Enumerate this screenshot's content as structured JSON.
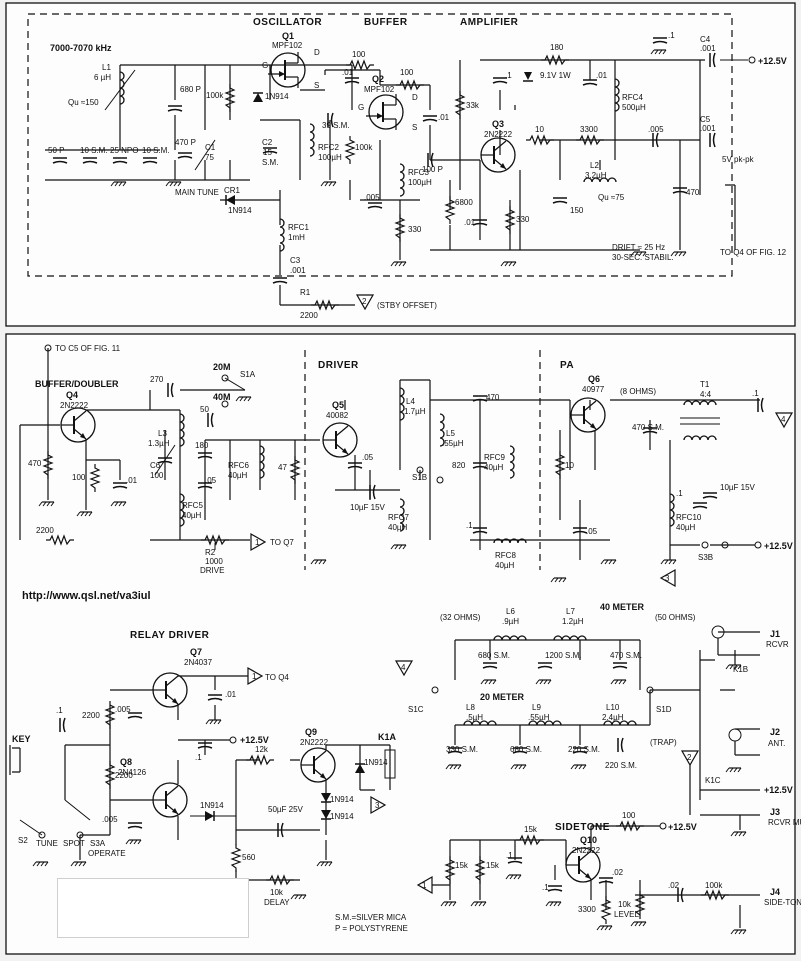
{
  "fig11": {
    "titles": {
      "osc": "OSCILLATOR",
      "buf": "BUFFER",
      "amp": "AMPLIFIER"
    },
    "freq": "7000-7070 kHz",
    "L1": {
      "name": "L1",
      "value": "6 µH",
      "q": "Qu ≈150"
    },
    "caps_left": [
      "50 P",
      "10 S.M.",
      "25 NPO",
      "10 S.M."
    ],
    "C1": {
      "name": "C1",
      "value": "75",
      "label": "MAIN TUNE"
    },
    "cap680": "680 P",
    "cap470": "470 P",
    "r100k_a": "100k",
    "Q1": {
      "name": "Q1",
      "type": "MPF102",
      "g": "G",
      "d": "D",
      "s": "S"
    },
    "diode1": "1N914",
    "C2": {
      "name": "C2",
      "value": "15",
      "type": "S.M."
    },
    "RFC2": {
      "name": "RFC2",
      "value": "100µH"
    },
    "CR1": {
      "name": "CR1",
      "type": "1N914"
    },
    "RFC1": {
      "name": "RFC1",
      "value": "1mH"
    },
    "C3": {
      "name": "C3",
      "value": ".001"
    },
    "R1": {
      "name": "R1",
      "value": "2200"
    },
    "stby": "(STBY OFFSET)",
    "tag2": "2",
    "r100_a": "100",
    "cap01_a": ".01",
    "r100_b": "100",
    "Q2": {
      "name": "Q2",
      "type": "MPF102",
      "g": "G",
      "d": "D",
      "s": "S"
    },
    "cap39": "39 S.M.",
    "r100k_b": "100k",
    "cap01_b": ".01",
    "cap005_a": ".005",
    "RFC3": {
      "name": "RFC3",
      "value": "100µH"
    },
    "r330_a": "330",
    "cap100p": "100 P",
    "r33k": "33k",
    "r6800": "6800",
    "cap01_c": ".01",
    "r330_b": "330",
    "Q3": {
      "name": "Q3",
      "type": "2N2222"
    },
    "r180": "180",
    "cap1_a": ".1",
    "zener": "9.1V 1W",
    "cap01_d": ".01",
    "RFC4": {
      "name": "RFC4",
      "value": "500µH"
    },
    "r10": "10",
    "r3300": "3300",
    "cap005_b": ".005",
    "L2": {
      "name": "L2",
      "value": "3.2µH",
      "q": "Qu ≈75"
    },
    "cap150": "150",
    "cap470_b": "470",
    "cap1_top": ".1",
    "C4": {
      "name": "C4",
      "value": ".001"
    },
    "C5": {
      "name": "C5",
      "value": ".001"
    },
    "v12_a": "+12.5V",
    "v5pp": "5V pk-pk",
    "to_q4": "TO Q4 OF FIG. 12",
    "drift": "DRIFT ≈ 25 Hz",
    "stabil": "30-SEC. STABIL."
  },
  "fig12": {
    "to_c5": "TO C5 OF FIG. 11",
    "buffer_title": "BUFFER/DOUBLER",
    "Q4": {
      "name": "Q4",
      "type": "2N2222"
    },
    "r470_a": "470",
    "r100_c": "100",
    "cap01_e": ".01",
    "r2200_a": "2200",
    "cap270": "270",
    "band20": "20M",
    "band40": "40M",
    "S1A": "S1A",
    "cap50": "50",
    "L3": {
      "name": "L3",
      "value": "1.3µH"
    },
    "C6": {
      "name": "C6",
      "value": "100"
    },
    "cap180": "180",
    "cap05_a": ".05",
    "RFC6": {
      "name": "RFC6",
      "value": "40µH"
    },
    "RFC5": {
      "name": "RFC5",
      "value": "40µH"
    },
    "R2": {
      "name": "R2",
      "value": "1000",
      "label": "DRIVE"
    },
    "tag1": "1",
    "to_q7": "TO Q7",
    "r47": "47",
    "driver_title": "DRIVER",
    "Q5": {
      "name": "Q5",
      "type": "40082"
    },
    "cap05_b": ".05",
    "cap10uf": "10µF 15V",
    "L4": {
      "name": "L4",
      "value": "1.7µH"
    },
    "L5": {
      "name": "L5",
      "value": ".55µH"
    },
    "S1B": "S1B",
    "RFC7": {
      "name": "RFC7",
      "value": "40µH"
    },
    "pa_title": "PA",
    "cap470_c": "470",
    "cap820": "820",
    "RFC9": {
      "name": "RFC9",
      "value": "40µH"
    },
    "cap1_b": ".1",
    "RFC8": {
      "name": "RFC8",
      "value": "40µH"
    },
    "Q6": {
      "name": "Q6",
      "type": "40977"
    },
    "ohms8": "(8 OHMS)",
    "T1": {
      "name": "T1",
      "value": "4:4"
    },
    "cap470sm": "470 S.M.",
    "r10_b": "10",
    "cap05_c": ".05",
    "cap1_c": ".1",
    "cap10uf_b": "10µF 15V",
    "RFC10": {
      "name": "RFC10",
      "value": "40µH"
    },
    "cap1_d": ".1",
    "tag4": "4",
    "S3B": "S3B",
    "v12_b": "+12.5V",
    "tag3": "3",
    "meter40": "40 METER",
    "ohms32": "(32 OHMS)",
    "ohms50": "(50 OHMS)",
    "L6": {
      "name": "L6",
      "value": ".9µH"
    },
    "L7": {
      "name": "L7",
      "value": "1.2µH"
    },
    "cap680sm": "680 S.M.",
    "cap1200sm": "1200 S.M.",
    "cap470sm_b": "470 S.M.",
    "tag4b": "4",
    "S1C": "S1C",
    "S1D": "S1D",
    "meter20": "20 METER",
    "L8": {
      "name": "L8",
      "value": ".5µH"
    },
    "L9": {
      "name": "L9",
      "value": ".55µH"
    },
    "L10": {
      "name": "L10",
      "value": "2.4µH"
    },
    "trap": "(TRAP)",
    "cap330sm": "330 S.M.",
    "cap680sm_b": "680 S.M.",
    "cap220sm": "220 S.M.",
    "cap220sm_b": "220 S.M.",
    "J1": {
      "name": "J1",
      "label": "RCVR"
    },
    "K1B": "K1B",
    "J2": {
      "name": "J2",
      "label": "ANT."
    },
    "tag2b": "2",
    "K1C": "K1C",
    "v12_c": "+12.5V",
    "J3": {
      "name": "J3",
      "label": "RCVR MUTE"
    },
    "url": "http://www.qsl.net/va3iul",
    "relay_title": "RELAY DRIVER",
    "Q7": {
      "name": "Q7",
      "type": "2N4037"
    },
    "tag1b": "1",
    "to_q4b": "TO Q4",
    "cap01_f": ".01",
    "cap1_e": ".1",
    "key": "KEY",
    "r2200_b": "2200",
    "cap005_c": ".005",
    "r2200_c": "2200",
    "Q8": {
      "name": "Q8",
      "type": "2N4126"
    },
    "cap005_d": ".005",
    "v12_d": "+12.5V",
    "cap1_f": ".1",
    "diode_b": "1N914",
    "r12k": "12k",
    "Q9": {
      "name": "Q9",
      "type": "2N2222"
    },
    "K1A": "K1A",
    "diode_c": "1N914",
    "diode_d": "1N914",
    "diode_e": "1N914",
    "cap50uf": "50µF 25V",
    "tag3b": "3",
    "r560": "560",
    "delay": {
      "value": "10k",
      "label": "DELAY"
    },
    "S2": "S2",
    "tune": "TUNE",
    "spot": "SPOT",
    "S3A": "S3A",
    "operate": "OPERATE",
    "legend1": "S.M.=SILVER MICA",
    "legend2": "P = POLYSTYRENE",
    "sidetone_title": "SIDETONE",
    "Q10": {
      "name": "Q10",
      "type": "2N2222"
    },
    "r100_d": "100",
    "v12_e": "+12.5V",
    "r15k_a": "15k",
    "r15k_b": "15k",
    "r15k_c": "15k",
    "cap1_g": ".1",
    "cap1_h": ".1",
    "r3300_b": "3300",
    "level": {
      "value": "10k",
      "label": "LEVEL"
    },
    "cap02_a": ".02",
    "cap02_b": ".02",
    "r100k_c": "100k",
    "tag1c": "1",
    "J4": {
      "name": "J4",
      "label": "SIDE-TONE TO RCVR"
    }
  }
}
